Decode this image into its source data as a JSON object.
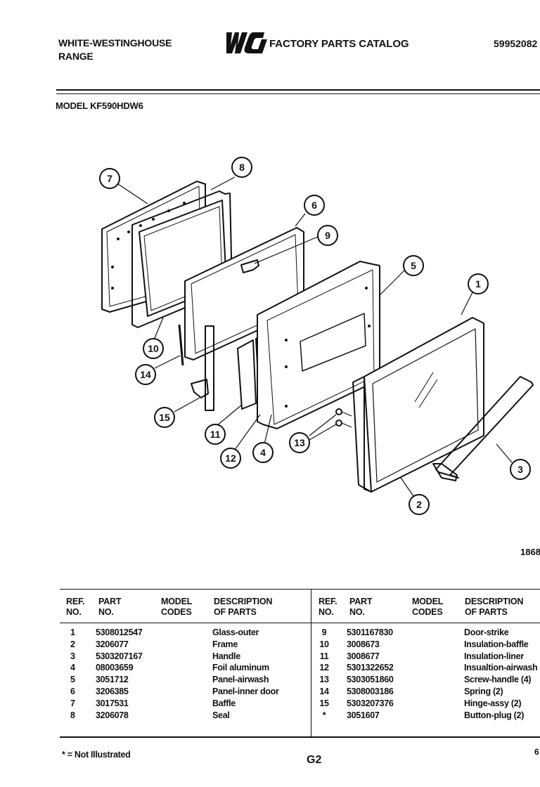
{
  "header": {
    "brand_line1": "WHITE-WESTINGHOUSE",
    "brand_line2": "RANGE",
    "logo_text": "WCI",
    "catalog_title": "FACTORY PARTS CATALOG",
    "catalog_number": "59952082"
  },
  "model_line": "MODEL KF590HDW6",
  "diagram": {
    "callouts": [
      "1",
      "2",
      "3",
      "4",
      "5",
      "6",
      "7",
      "8",
      "9",
      "10",
      "11",
      "12",
      "13",
      "14",
      "15"
    ]
  },
  "part_sheet_code": "1868",
  "table_headers": {
    "ref": [
      "REF.",
      "NO."
    ],
    "part": [
      "PART",
      "NO."
    ],
    "model": [
      "MODEL",
      "CODES"
    ],
    "desc": [
      "DESCRIPTION",
      "OF PARTS"
    ]
  },
  "parts_left": [
    {
      "ref": "1",
      "part": "5308012547",
      "desc": "Glass-outer"
    },
    {
      "ref": "2",
      "part": "3206077",
      "desc": "Frame"
    },
    {
      "ref": "3",
      "part": "5303207167",
      "desc": "Handle"
    },
    {
      "ref": "4",
      "part": "08003659",
      "desc": "Foil aluminum"
    },
    {
      "ref": "5",
      "part": "3051712",
      "desc": "Panel-airwash"
    },
    {
      "ref": "6",
      "part": "3206385",
      "desc": "Panel-inner door"
    },
    {
      "ref": "7",
      "part": "3017531",
      "desc": "Baffle"
    },
    {
      "ref": "8",
      "part": "3206078",
      "desc": "Seal"
    }
  ],
  "parts_right": [
    {
      "ref": "9",
      "part": "5301167830",
      "desc": "Door-strike"
    },
    {
      "ref": "10",
      "part": "3008673",
      "desc": "Insulation-baffle"
    },
    {
      "ref": "11",
      "part": "3008677",
      "desc": "Insulation-liner"
    },
    {
      "ref": "12",
      "part": "5301322652",
      "desc": "Insualtion-airwash"
    },
    {
      "ref": "13",
      "part": "5303051860",
      "desc": "Screw-handle (4)"
    },
    {
      "ref": "14",
      "part": "5308003186",
      "desc": "Spring (2)"
    },
    {
      "ref": "15",
      "part": "5303207376",
      "desc": "Hinge-assy (2)"
    },
    {
      "ref": "*",
      "part": "3051607",
      "desc": "Button-plug (2)"
    }
  ],
  "footnote": "* = Not Illustrated",
  "page_code": "G2",
  "page_number": "6"
}
